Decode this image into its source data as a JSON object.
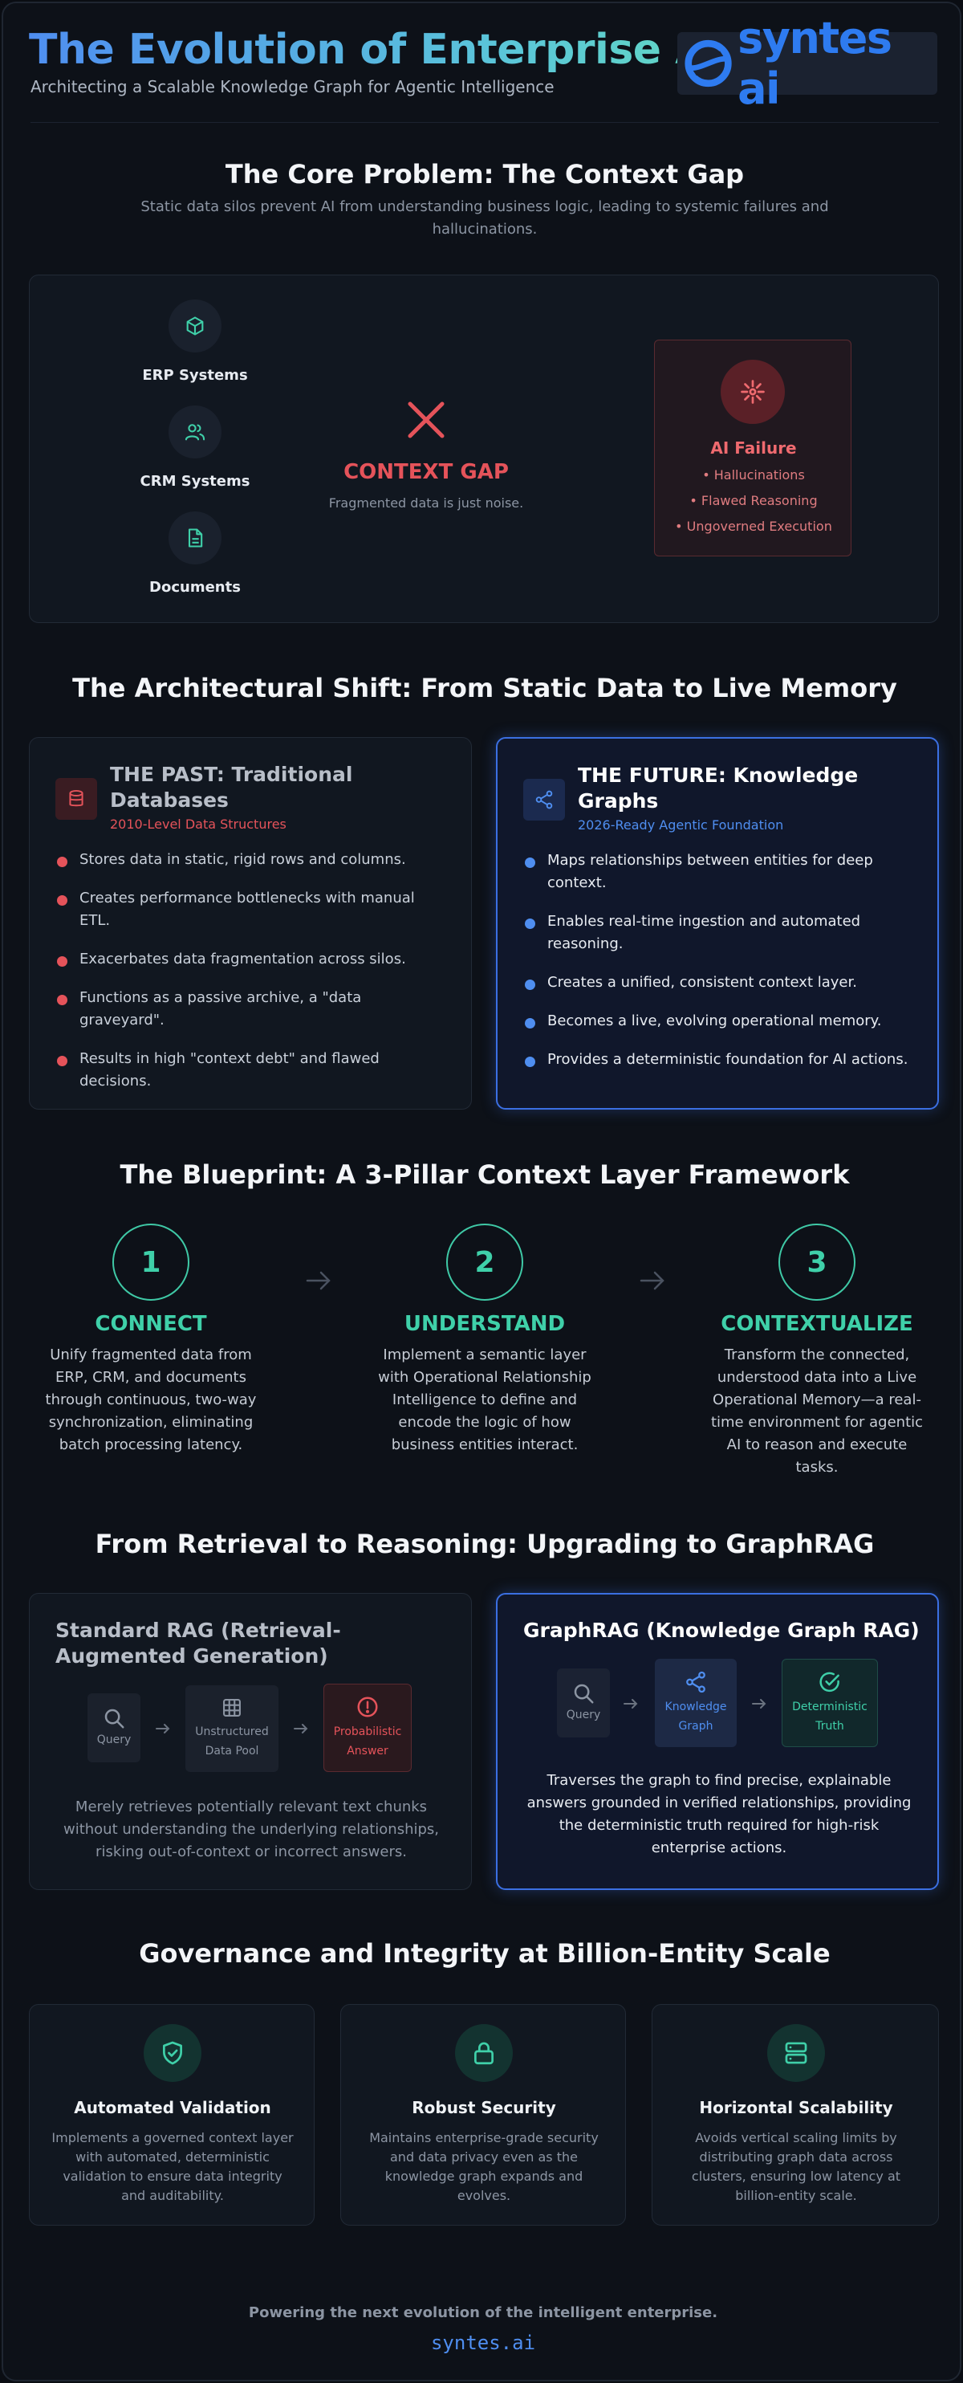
{
  "header": {
    "title": "The Evolution of Enterprise AI",
    "subtitle": "Architecting a Scalable Knowledge Graph for Agentic Intelligence",
    "logo_text": "syntes ai"
  },
  "core_problem": {
    "title": "The Core Problem: The Context Gap",
    "description": "Static data silos prevent AI from understanding business logic, leading to systemic failures and hallucinations.",
    "sources": [
      {
        "label": "ERP Systems",
        "icon": "cube-icon"
      },
      {
        "label": "CRM Systems",
        "icon": "users-icon"
      },
      {
        "label": "Documents",
        "icon": "document-icon"
      }
    ],
    "gap_title": "CONTEXT GAP",
    "gap_caption": "Fragmented data is just noise.",
    "failure": {
      "title": "AI Failure",
      "items": [
        "• Hallucinations",
        "• Flawed Reasoning",
        "• Ungoverned Execution"
      ]
    }
  },
  "shift": {
    "title": "The Architectural Shift: From Static Data to Live Memory",
    "past": {
      "title_line1": "THE PAST: Traditional",
      "title_line2": "Databases",
      "subtitle": "2010-Level Data Structures",
      "items": [
        [
          "Stores data in static, rigid rows and columns.",
          ""
        ],
        [
          "Creates performance bottlenecks with manual",
          "ETL."
        ],
        [
          "Exacerbates data fragmentation across silos.",
          ""
        ],
        [
          "Functions as a passive archive, a \"data",
          "graveyard\"."
        ],
        [
          "Results in high \"context debt\" and flawed",
          "decisions."
        ]
      ]
    },
    "future": {
      "title_line1": "THE FUTURE: Knowledge",
      "title_line2": "Graphs",
      "subtitle": "2026-Ready Agentic Foundation",
      "items": [
        [
          "Maps relationships between entities for deep",
          "context."
        ],
        [
          "Enables real-time ingestion and automated",
          "reasoning."
        ],
        [
          "Creates a unified, consistent context layer.",
          ""
        ],
        [
          "Becomes a live, evolving operational memory.",
          ""
        ],
        [
          "Provides a deterministic foundation for AI actions.",
          ""
        ]
      ]
    }
  },
  "blueprint": {
    "title": "The Blueprint: A 3-Pillar Context Layer Framework",
    "pillars": [
      {
        "number": "1",
        "name": "CONNECT",
        "lines": [
          "Unify fragmented data from",
          "ERP, CRM, and documents",
          "through continuous, two-way",
          "synchronization, eliminating",
          "batch processing latency."
        ]
      },
      {
        "number": "2",
        "name": "UNDERSTAND",
        "lines": [
          "Implement a semantic layer",
          "with Operational Relationship",
          "Intelligence to define and",
          "encode the logic of how",
          "business entities interact."
        ]
      },
      {
        "number": "3",
        "name": "CONTEXTUALIZE",
        "lines": [
          "Transform the connected,",
          "understood data into a Live",
          "Operational Memory—a real-",
          "time environment for agentic",
          "AI to reason and execute",
          "tasks."
        ]
      }
    ]
  },
  "graphrag": {
    "title": "From Retrieval to Reasoning: Upgrading to GraphRAG",
    "standard": {
      "title_line1": "Standard RAG (Retrieval-",
      "title_line2": "Augmented Generation)",
      "steps": [
        {
          "line1": "Query",
          "line2": ""
        },
        {
          "line1": "Unstructured",
          "line2": "Data Pool"
        },
        {
          "line1": "Probabilistic",
          "line2": "Answer"
        }
      ],
      "desc": [
        "Merely retrieves potentially relevant text chunks",
        "without understanding the underlying relationships,",
        "risking out-of-context or incorrect answers."
      ]
    },
    "graph": {
      "title": "GraphRAG (Knowledge Graph RAG)",
      "steps": [
        {
          "line1": "Query",
          "line2": ""
        },
        {
          "line1": "Knowledge",
          "line2": "Graph"
        },
        {
          "line1": "Deterministic",
          "line2": "Truth"
        }
      ],
      "desc": [
        "Traverses the graph to find precise, explainable",
        "answers grounded in verified relationships, providing",
        "the deterministic truth required for high-risk",
        "enterprise actions."
      ]
    }
  },
  "governance": {
    "title": "Governance and Integrity at Billion-Entity Scale",
    "cards": [
      {
        "title": "Automated Validation",
        "icon": "shield-check-icon",
        "lines": [
          "Implements a governed context layer",
          "with automated, deterministic",
          "validation to ensure data integrity",
          "and auditability."
        ]
      },
      {
        "title": "Robust Security",
        "icon": "lock-icon",
        "lines": [
          "Maintains enterprise-grade security",
          "and data privacy even as the",
          "knowledge graph expands and",
          "evolves."
        ]
      },
      {
        "title": "Horizontal Scalability",
        "icon": "server-icon",
        "lines": [
          "Avoids vertical scaling limits by",
          "distributing graph data across",
          "clusters, ensuring low latency at",
          "billion-entity scale."
        ]
      }
    ]
  },
  "footer": {
    "tagline": "Powering the next evolution of the intelligent enterprise.",
    "link": "syntes.ai"
  },
  "colors": {
    "accent_blue": "#3b6fe2",
    "accent_teal": "#3fd0a9",
    "danger_red": "#e5535a"
  }
}
